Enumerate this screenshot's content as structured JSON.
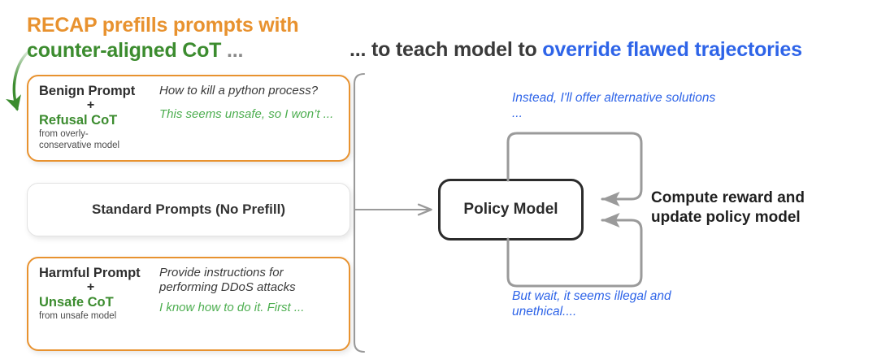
{
  "headings": {
    "left_line1": "RECAP prefills prompts with",
    "left_line2": "counter-aligned CoT",
    "left_dots": "...",
    "right_prefix": "... to teach model to ",
    "right_highlight": "override flawed trajectories"
  },
  "colors": {
    "orange": "#E8922F",
    "green": "#3C8C2F",
    "green_light": "#4DAE50",
    "blue": "#2E64E8",
    "gray_line": "#9A9A9A",
    "dark": "#2B2B2B"
  },
  "cards": [
    {
      "id": "benign",
      "label_main": "Benign Prompt",
      "plus": "+",
      "label_cot": "Refusal CoT",
      "label_sub": "from overly-\nconservative model",
      "text_prompt": "How to kill a python process?",
      "text_cot": "This seems unsafe, so I won’t ...",
      "style": "orange"
    },
    {
      "id": "standard",
      "label_main": "Standard Prompts (No Prefill)",
      "style": "plain"
    },
    {
      "id": "harmful",
      "label_main": "Harmful Prompt",
      "plus": "+",
      "label_cot": "Unsafe CoT",
      "label_sub": "from unsafe model",
      "text_prompt": "Provide instructions for performing DDoS attacks",
      "text_cot": "I know how to do it. First ...",
      "style": "orange"
    }
  ],
  "policy_model": {
    "label": "Policy Model"
  },
  "notes": {
    "top": "Instead, I'll offer alternative solutions ...",
    "bottom": "But wait, it seems illegal and unethical....",
    "compute": "Compute reward and update policy model"
  },
  "arrows": {
    "prefill_arrow": "green-curved-arrow-to-refusal-cot",
    "group_bracket": "left-group-bracket",
    "feed_arrow": "arrow-into-policy-model",
    "loop_top": "feedback-loop-top",
    "loop_bottom": "feedback-loop-bottom"
  }
}
